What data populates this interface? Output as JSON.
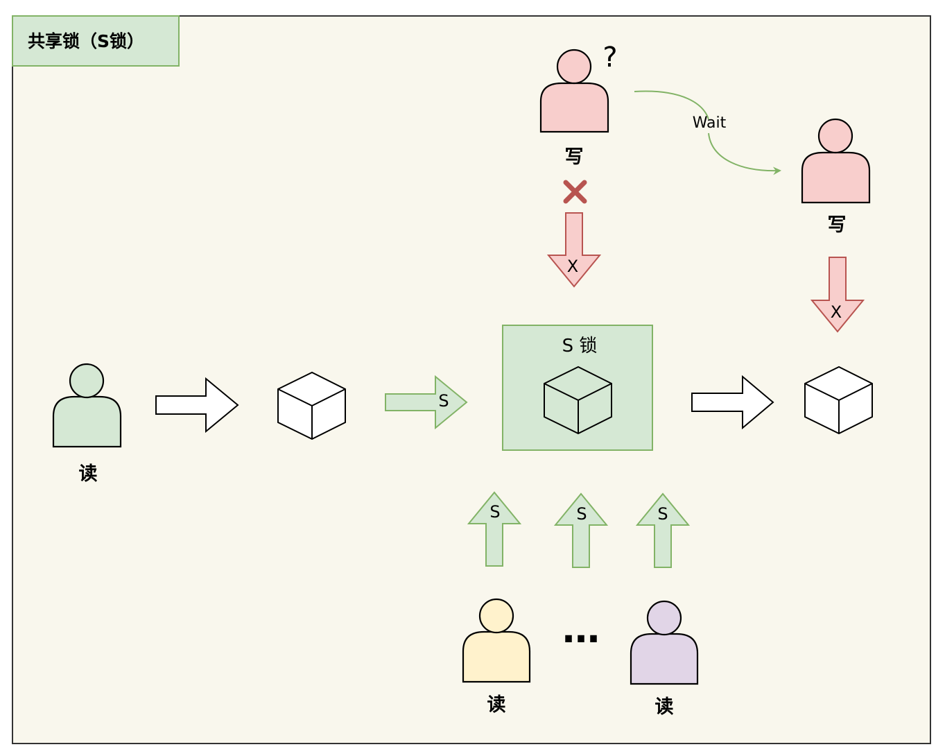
{
  "title": "共享锁（S锁）",
  "lock_label": "S 锁",
  "question_mark": "?",
  "wait_label": "Wait",
  "ellipsis": "…",
  "people": {
    "reader_left": "读",
    "writer_top": "写",
    "writer_right": "写",
    "reader_bottom_1": "读",
    "reader_bottom_2": "读"
  },
  "arrows": {
    "s_arrow_mid": "S",
    "s_arrow_up_1": "S",
    "s_arrow_up_2": "S",
    "s_arrow_up_3": "S",
    "x_arrow_top": "X",
    "x_arrow_right": "X"
  },
  "colors": {
    "background": "#f9f7ed",
    "green_fill": "#d5e8d4",
    "green_stroke": "#82b366",
    "red_fill": "#f8cecc",
    "red_stroke": "#b85450",
    "yellow_fill": "#fff2cc",
    "purple_fill": "#e1d5e7"
  }
}
